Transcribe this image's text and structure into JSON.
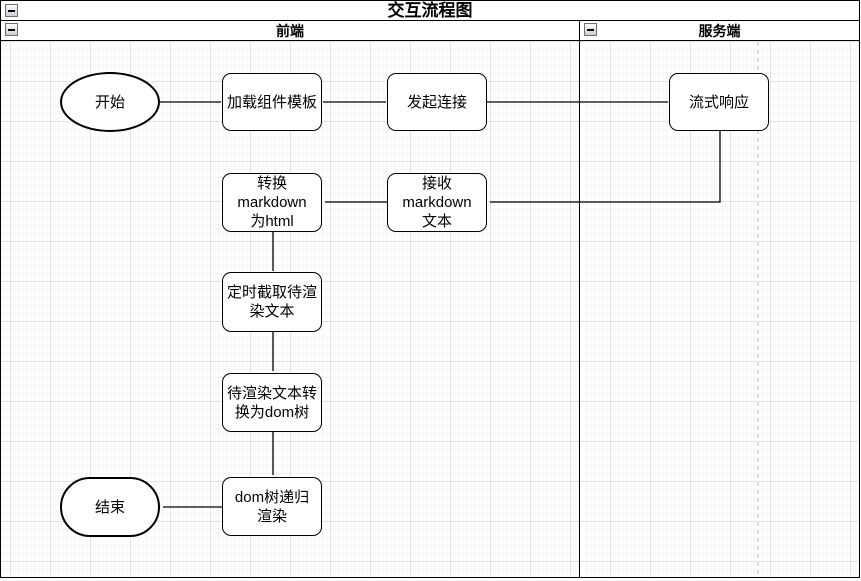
{
  "pool": {
    "title": "交互流程图"
  },
  "lanes": [
    {
      "label": "前端"
    },
    {
      "label": "服务端"
    }
  ],
  "nodes": [
    {
      "id": "start",
      "type": "ellipse",
      "lane": "前端",
      "label": "开始"
    },
    {
      "id": "load-component-template",
      "type": "process",
      "lane": "前端",
      "label": "加载组件模板"
    },
    {
      "id": "initiate-connection",
      "type": "process",
      "lane": "前端",
      "label": "发起连接"
    },
    {
      "id": "streaming-response",
      "type": "process",
      "lane": "服务端",
      "label": "流式响应"
    },
    {
      "id": "receive-markdown-text",
      "type": "process",
      "lane": "前端",
      "label": "接收\nmarkdown\n文本"
    },
    {
      "id": "convert-markdown-to-html",
      "type": "process",
      "lane": "前端",
      "label": "转换\nmarkdown\n为html"
    },
    {
      "id": "capture-pending-text",
      "type": "process",
      "lane": "前端",
      "label": "定时截取待渲\n染文本"
    },
    {
      "id": "pending-text-to-dom-tree",
      "type": "process",
      "lane": "前端",
      "label": "待渲染文本转\n换为dom树"
    },
    {
      "id": "dom-tree-recursive-render",
      "type": "process",
      "lane": "前端",
      "label": "dom树递归\n渲染"
    },
    {
      "id": "end",
      "type": "terminator",
      "lane": "前端",
      "label": "结束"
    }
  ],
  "edges": [
    {
      "from": "start",
      "to": "load-component-template"
    },
    {
      "from": "load-component-template",
      "to": "initiate-connection"
    },
    {
      "from": "initiate-connection",
      "to": "streaming-response"
    },
    {
      "from": "streaming-response",
      "to": "receive-markdown-text"
    },
    {
      "from": "receive-markdown-text",
      "to": "convert-markdown-to-html"
    },
    {
      "from": "convert-markdown-to-html",
      "to": "capture-pending-text"
    },
    {
      "from": "capture-pending-text",
      "to": "pending-text-to-dom-tree"
    },
    {
      "from": "pending-text-to-dom-tree",
      "to": "dom-tree-recursive-render"
    },
    {
      "from": "dom-tree-recursive-render",
      "to": "end"
    }
  ],
  "colors": {
    "node_fill": "#ffffff",
    "node_border": "#000000",
    "edge": "#000000",
    "grid_major": "#e2e2e2",
    "grid_minor": "#f4f4f4",
    "page_break_line": "#b9b9b9"
  }
}
